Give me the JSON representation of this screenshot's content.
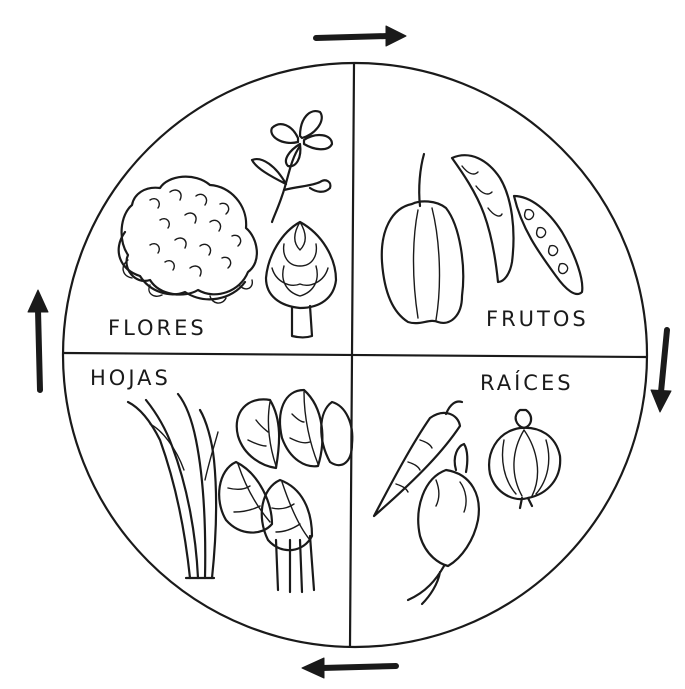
{
  "quadrants": {
    "top_left": {
      "label": "FLORES",
      "icons": [
        "cauliflower-icon",
        "flower-icon",
        "artichoke-icon"
      ]
    },
    "top_right": {
      "label": "FRUTOS",
      "icons": [
        "pepper-icon",
        "pea-pod-icon"
      ]
    },
    "bottom_left": {
      "label": "HOJAS",
      "icons": [
        "leek-icon",
        "chard-icon"
      ]
    },
    "bottom_right": {
      "label": "RAÍCES",
      "icons": [
        "carrot-icon",
        "beet-icon",
        "onion-icon"
      ]
    }
  },
  "rotation_direction": "clockwise",
  "colors": {
    "ink": "#1a1a1a",
    "paper": "#ffffff"
  }
}
